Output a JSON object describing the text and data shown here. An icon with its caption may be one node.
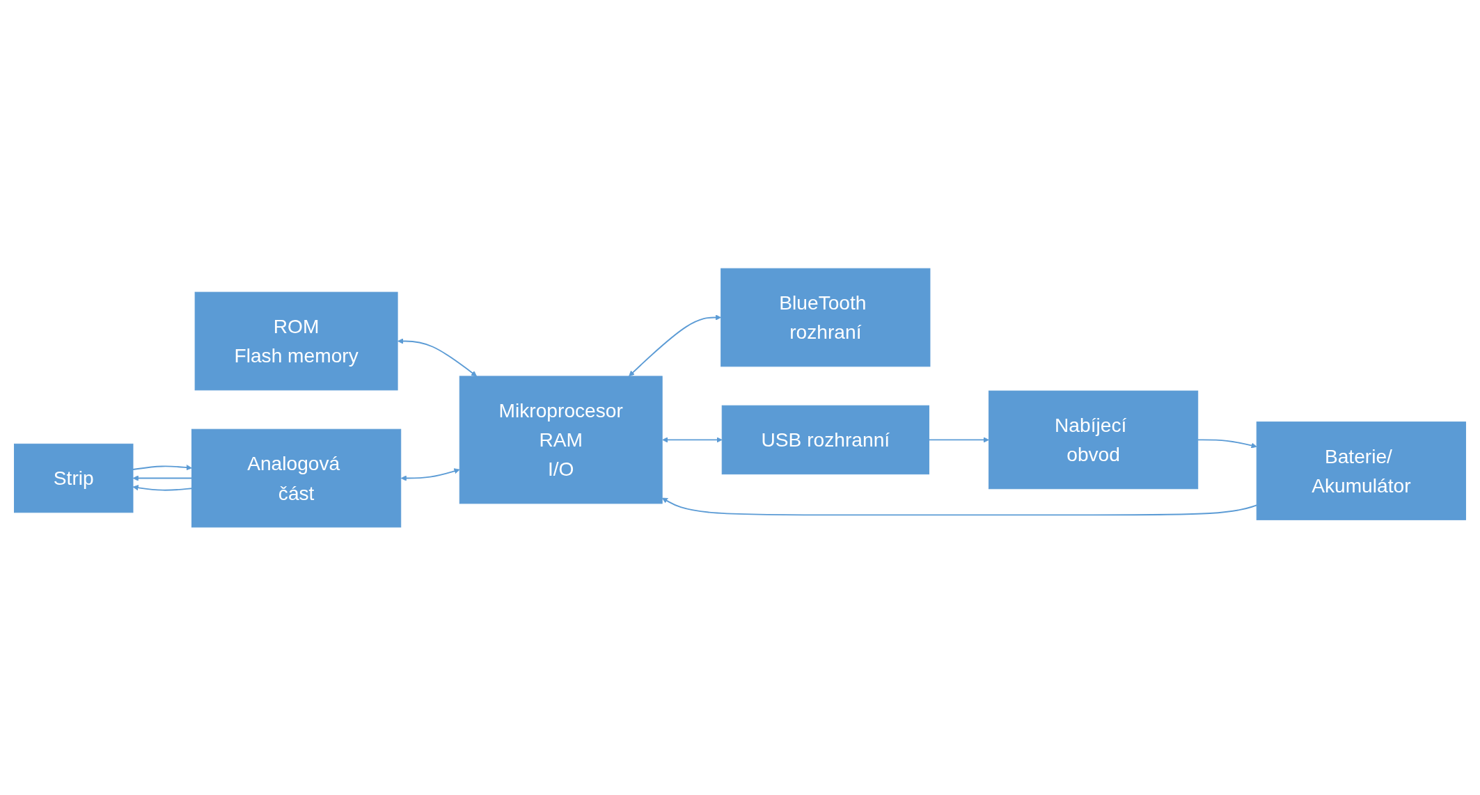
{
  "diagram": {
    "nodes": [
      {
        "text": [
          "ROM",
          "Flash memory"
        ]
      },
      {
        "text": [
          "Strip"
        ]
      },
      {
        "text": [
          "Analogová část"
        ]
      },
      {
        "text": [
          "Mikroprocesor",
          "RAM",
          "I/O"
        ]
      },
      {
        "text": [
          "Baterie/ Akumulátor"
        ]
      },
      {
        "text": [
          "Nabíjecí obvod"
        ]
      },
      {
        "text": [
          "BlueTooth rozhraní"
        ]
      },
      {
        "text": [
          "USB rozhranní"
        ]
      }
    ],
    "edges": [
      {
        "from": 0,
        "to": 3,
        "arrow": "both"
      },
      {
        "from": 2,
        "to": 1,
        "arrow": "to"
      },
      {
        "from": 1,
        "to": 2,
        "arrow": "to"
      },
      {
        "from": 2,
        "to": 1,
        "arrow": "to"
      },
      {
        "from": 2,
        "to": 3,
        "arrow": "both"
      },
      {
        "from": 4,
        "to": 3,
        "arrow": "to"
      },
      {
        "from": 5,
        "to": 4,
        "arrow": "to"
      },
      {
        "from": 3,
        "to": 6,
        "arrow": "both"
      },
      {
        "from": 3,
        "to": 7,
        "arrow": "both"
      },
      {
        "from": 7,
        "to": 5,
        "arrow": "to"
      }
    ]
  }
}
